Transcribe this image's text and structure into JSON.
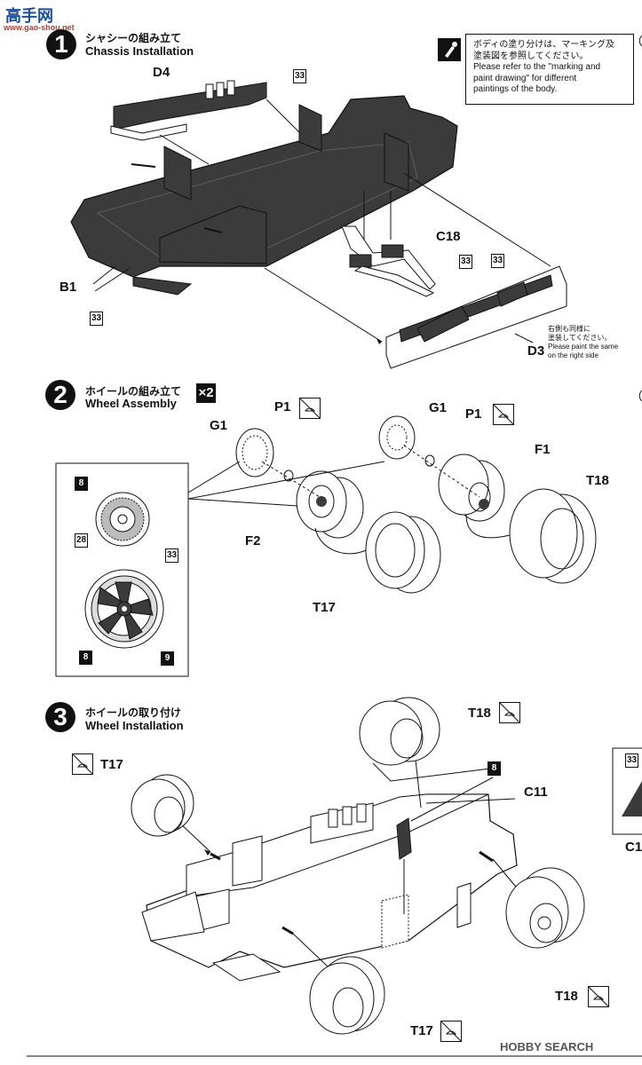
{
  "watermark": {
    "top": "高手网",
    "url": "www.gao-shou.net",
    "bottom": "HOBBY SEARCH"
  },
  "steps": [
    {
      "number": "1",
      "title_jp": "シャシーの組み立て",
      "title_en": "Chassis Installation"
    },
    {
      "number": "2",
      "title_jp": "ホイールの組み立て",
      "title_en": "Wheel Assembly",
      "multiplier": "×2"
    },
    {
      "number": "3",
      "title_jp": "ホイールの取り付け",
      "title_en": "Wheel Installation"
    }
  ],
  "note_box": {
    "jp_line1": "ボディの塗り分けは、マーキング及",
    "jp_line2": "塗装図を参照してください。",
    "en_line1": "Please refer to the \"marking and",
    "en_line2": "paint drawing\" for different",
    "en_line3": "paintings of the body."
  },
  "right_side_note": {
    "jp_line1": "右側も同様に",
    "jp_line2": "塗装してください。",
    "en_line1": "Please paint the same",
    "en_line2": "on the right side"
  },
  "step1_parts": {
    "d4": "D4",
    "c18": "C18",
    "b1": "B1",
    "d3": "D3"
  },
  "step2_parts": {
    "g1": "G1",
    "p1": "P1",
    "f2": "F2",
    "t17": "T17",
    "f1": "F1",
    "t18": "T18"
  },
  "step3_parts": {
    "t18_top": "T18",
    "t17_left": "T17",
    "c11": "C11",
    "t18_bottom": "T18",
    "t17_bottom": "T17",
    "c_partial": "C1"
  },
  "color_codes": {
    "c33": "33",
    "c8": "8",
    "c28": "28",
    "c9": "9"
  },
  "colors": {
    "chassis_dark": "#3b3b3b",
    "line": "#111111",
    "outline": "#222222"
  }
}
